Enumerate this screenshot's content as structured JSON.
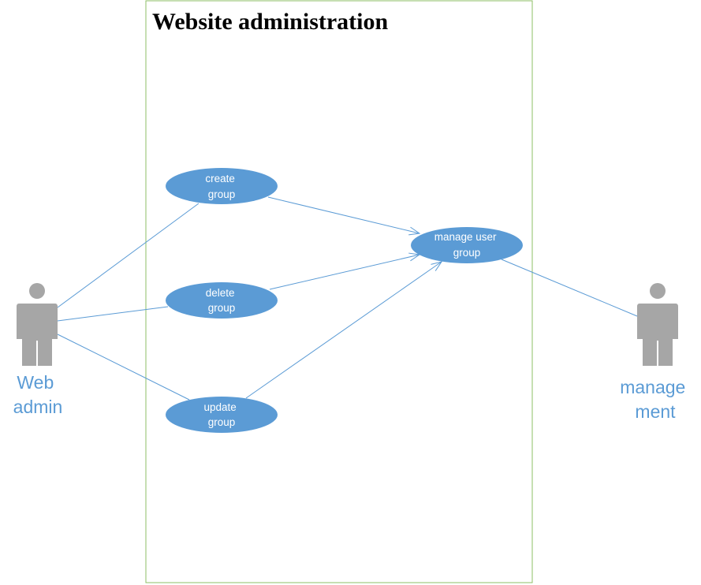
{
  "colors": {
    "boundary": "#8cbf64",
    "use_case_fill": "#5b9bd5",
    "connector": "#5b9bd5",
    "actor_fill": "#a6a6a6",
    "actor_label": "#5b9bd5"
  },
  "icons": {
    "actor": "person-icon"
  },
  "system": {
    "title": "Website administration"
  },
  "use_cases": {
    "create": {
      "line1": "create",
      "line2": "group"
    },
    "delete": {
      "line1": "delete",
      "line2": "group"
    },
    "update": {
      "line1": "update",
      "line2": "group"
    },
    "manage": {
      "line1": "manage user",
      "line2": "group"
    }
  },
  "actors": {
    "web_admin": {
      "line1": "Web",
      "line2": "admin"
    },
    "management": {
      "line1": "manage",
      "line2": "ment"
    }
  }
}
